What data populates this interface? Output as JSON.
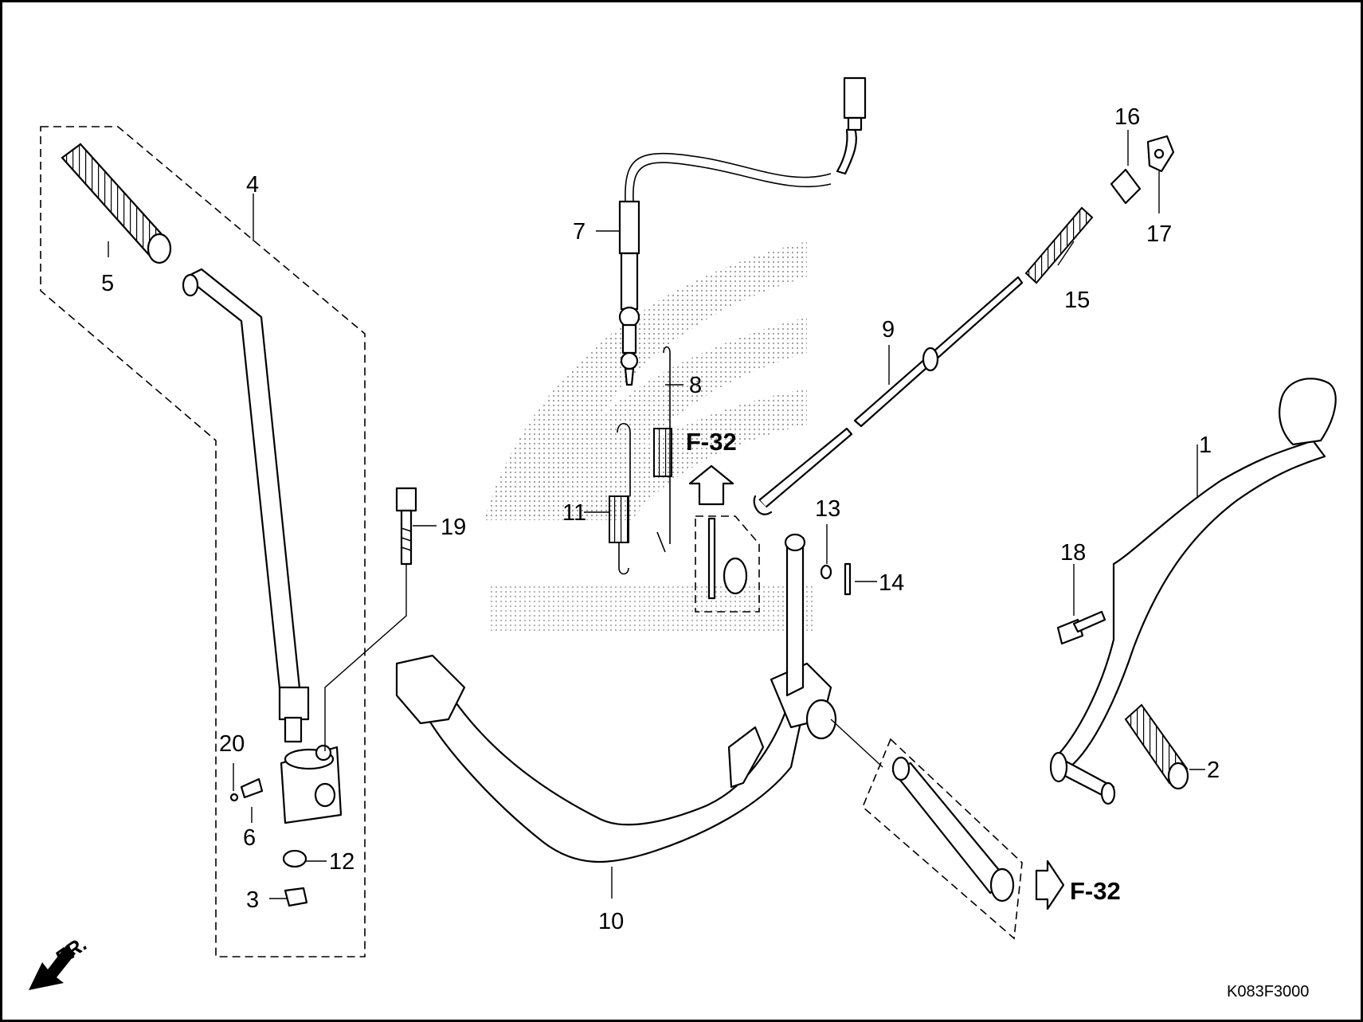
{
  "diagram_code": "K083F3000",
  "front_indicator": "FR.",
  "references": [
    "F-32",
    "F-32"
  ],
  "callouts": [
    "1",
    "2",
    "3",
    "4",
    "5",
    "6",
    "7",
    "8",
    "9",
    "10",
    "11",
    "12",
    "13",
    "14",
    "15",
    "16",
    "17",
    "18",
    "19",
    "20"
  ],
  "colors": {
    "line": "#000000",
    "paper": "#ffffff",
    "watermark": "#9a9a9a"
  }
}
